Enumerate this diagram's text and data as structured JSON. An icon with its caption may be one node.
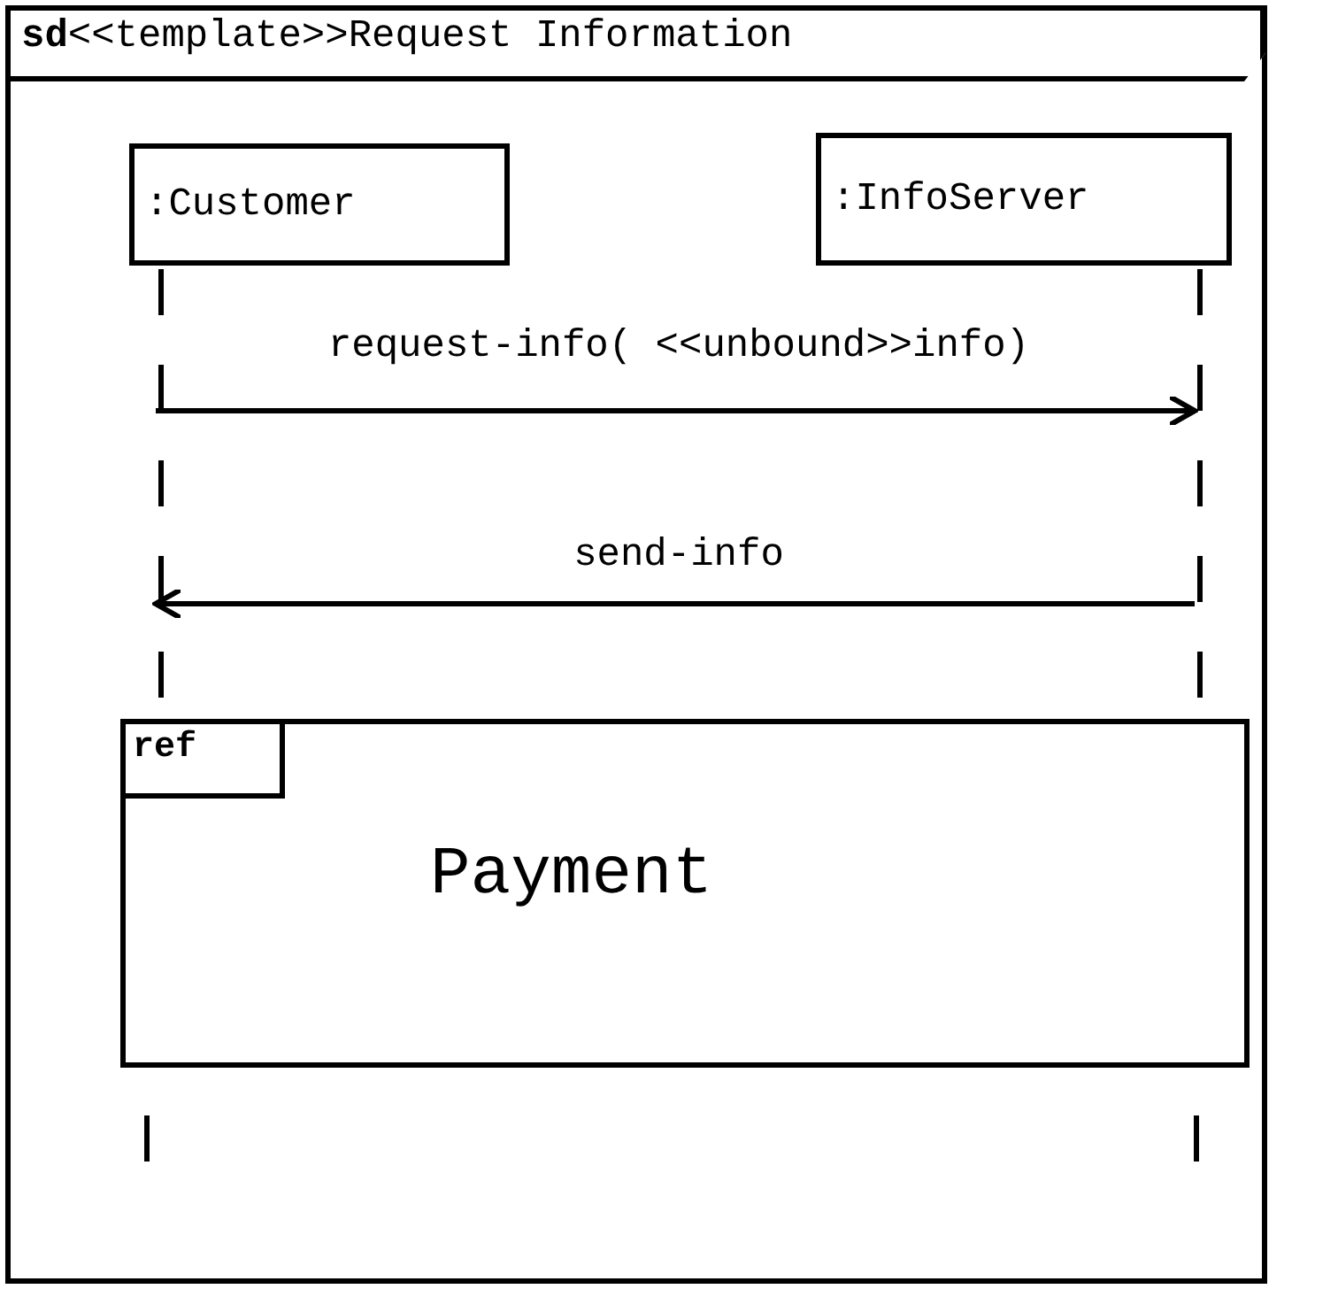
{
  "diagram": {
    "nodes": [
      {
        "text": [
          "**sd**<<template>>Request Information"
        ]
      },
      {
        "text": [
          ":Customer"
        ],
        "in": 0
      },
      {
        "text": [
          ":InfoServer"
        ],
        "in": 0
      },
      {
        "text": [
          "ref",
          "Payment"
        ],
        "in": 0
      }
    ],
    "edges": [
      {
        "from": 1,
        "to": 2,
        "arrow": "to",
        "label": "request-info( <<unbound>>info)"
      },
      {
        "from": 2,
        "to": 1,
        "arrow": "to",
        "label": "send-info"
      }
    ]
  }
}
